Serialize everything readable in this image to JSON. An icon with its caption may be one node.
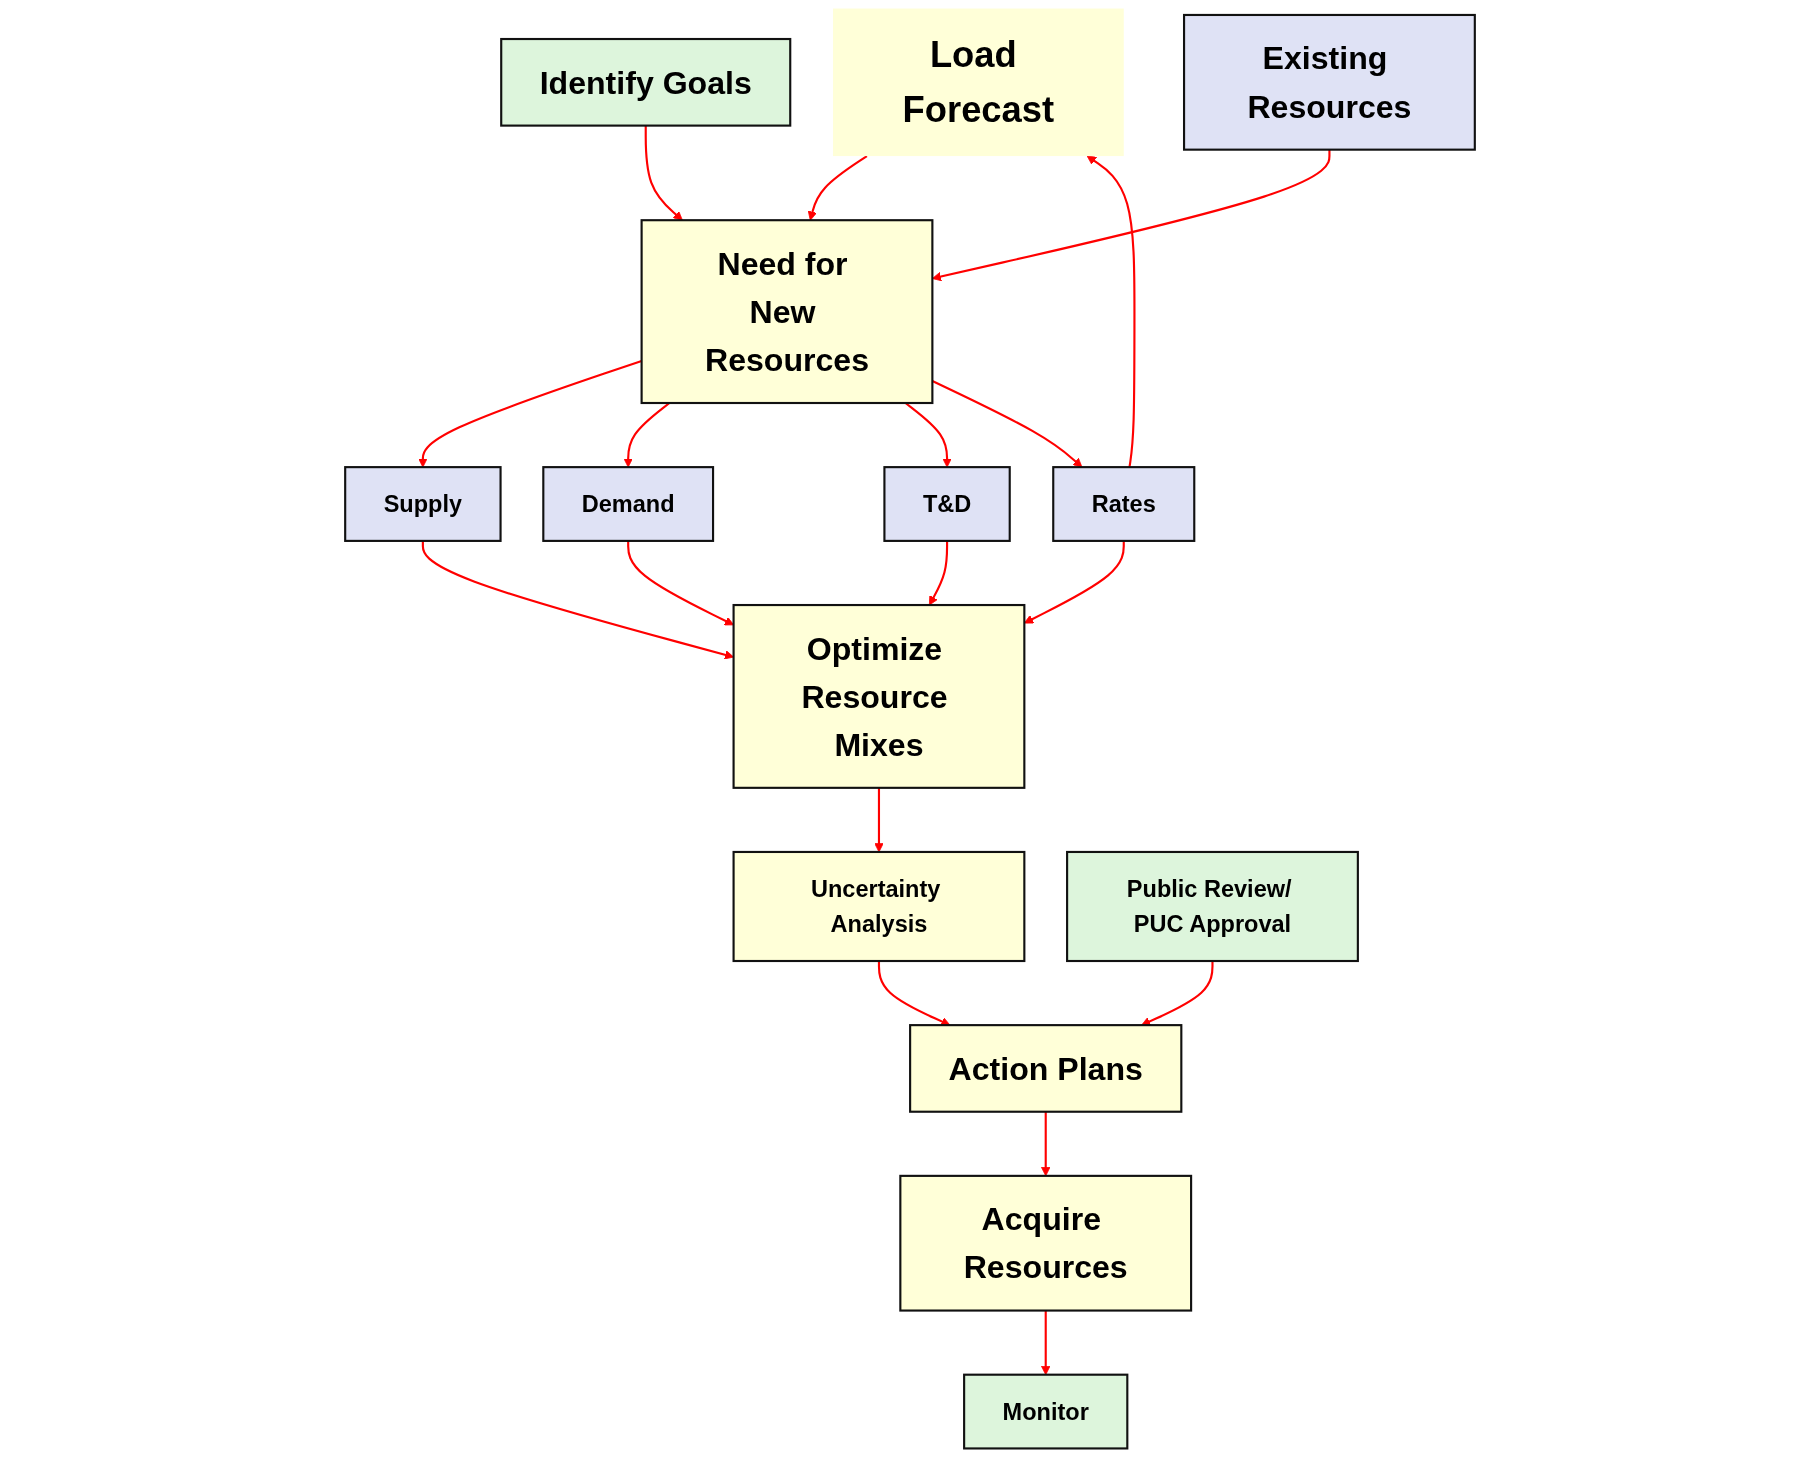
{
  "diagram": {
    "nodes": [
      {
        "text": [
          "Load Forecast"
        ]
      },
      {
        "text": [
          "Identify Goals"
        ]
      },
      {
        "text": [
          "Existing Resources"
        ]
      },
      {
        "text": [
          "Need for New Resources"
        ]
      },
      {
        "text": [
          "Supply"
        ]
      },
      {
        "text": [
          "Demand"
        ]
      },
      {
        "text": [
          "T&D"
        ]
      },
      {
        "text": [
          "Rates"
        ]
      },
      {
        "text": [
          "Optimize Resource Mixes"
        ]
      },
      {
        "text": [
          "Uncertainty Analysis"
        ]
      },
      {
        "text": [
          "Public Review/ PUC Approval"
        ]
      },
      {
        "text": [
          "Monitor"
        ]
      },
      {
        "text": [
          "Acquire Resources"
        ]
      },
      {
        "text": [
          "Action Plans"
        ]
      }
    ],
    "edges": [
      {
        "from": 0,
        "to": 3,
        "arrow": "to"
      },
      {
        "from": 1,
        "to": 3,
        "arrow": "to"
      },
      {
        "from": 2,
        "to": 3,
        "arrow": "to"
      },
      {
        "from": 3,
        "to": 4,
        "arrow": "to"
      },
      {
        "from": 3,
        "to": 5,
        "arrow": "to"
      },
      {
        "from": 3,
        "to": 6,
        "arrow": "to"
      },
      {
        "from": 3,
        "to": 7,
        "arrow": "to"
      },
      {
        "from": 7,
        "to": 0,
        "arrow": "to"
      },
      {
        "from": 4,
        "to": 8,
        "arrow": "to"
      },
      {
        "from": 5,
        "to": 8,
        "arrow": "to"
      },
      {
        "from": 6,
        "to": 8,
        "arrow": "to"
      },
      {
        "from": 7,
        "to": 8,
        "arrow": "to"
      },
      {
        "from": 8,
        "to": 9,
        "arrow": "to"
      },
      {
        "from": 9,
        "to": 13,
        "arrow": "to"
      },
      {
        "from": 10,
        "to": 13,
        "arrow": "to"
      },
      {
        "from": 13,
        "to": 12,
        "arrow": "to"
      },
      {
        "from": 12,
        "to": 11,
        "arrow": "to"
      }
    ]
  }
}
